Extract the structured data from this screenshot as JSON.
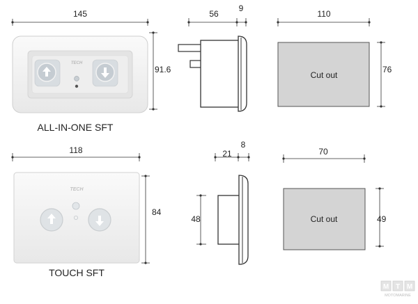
{
  "product_1": {
    "name": "ALL-IN-ONE SFT",
    "brand": "TECH",
    "width": "145",
    "height": "91.6",
    "side_depth": "56",
    "side_flange": "9",
    "cutout_width": "110",
    "cutout_height": "76",
    "cutout_label": "Cut out"
  },
  "product_2": {
    "name": "TOUCH SFT",
    "brand": "TECH",
    "width": "118",
    "height": "84",
    "side_depth": "21",
    "side_flange": "8",
    "side_height": "48",
    "cutout_width": "70",
    "cutout_height": "49",
    "cutout_label": "Cut out"
  },
  "watermark": {
    "letters": [
      "M",
      "T",
      "M"
    ],
    "caption": "MOTOMARINE"
  },
  "colors": {
    "line": "#333333",
    "cutout_fill": "#d4d4d4",
    "panel_face": "#f4f4f4",
    "panel_recess": "#dedede",
    "button_fill": "#c9cfd4"
  }
}
